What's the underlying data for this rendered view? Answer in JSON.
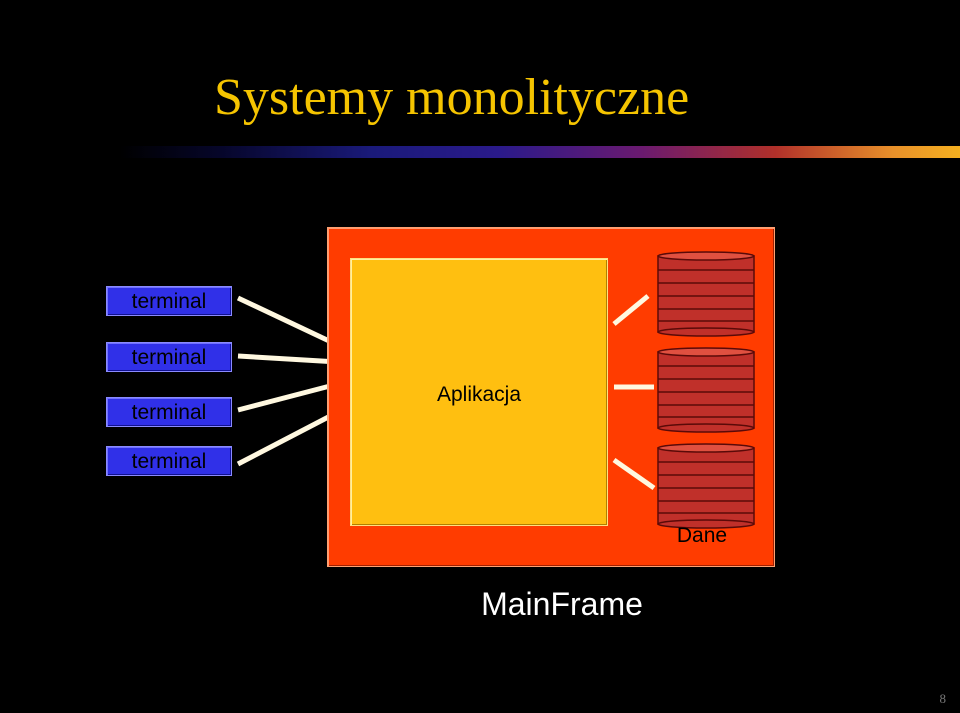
{
  "title": "Systemy monolityczne",
  "terminals": [
    "terminal",
    "terminal",
    "terminal",
    "terminal"
  ],
  "application": {
    "label": "Aplikacja"
  },
  "data_store": {
    "label": "Dane",
    "disk_count": 3
  },
  "mainframe": {
    "label": "MainFrame"
  },
  "page_number": "8",
  "colors": {
    "title": "#f5c400",
    "terminal": "#3030e8",
    "mainframe": "#ff3c00",
    "application": "#ffbf10",
    "disk": "#c0302a",
    "wire": "#fff8e0"
  }
}
